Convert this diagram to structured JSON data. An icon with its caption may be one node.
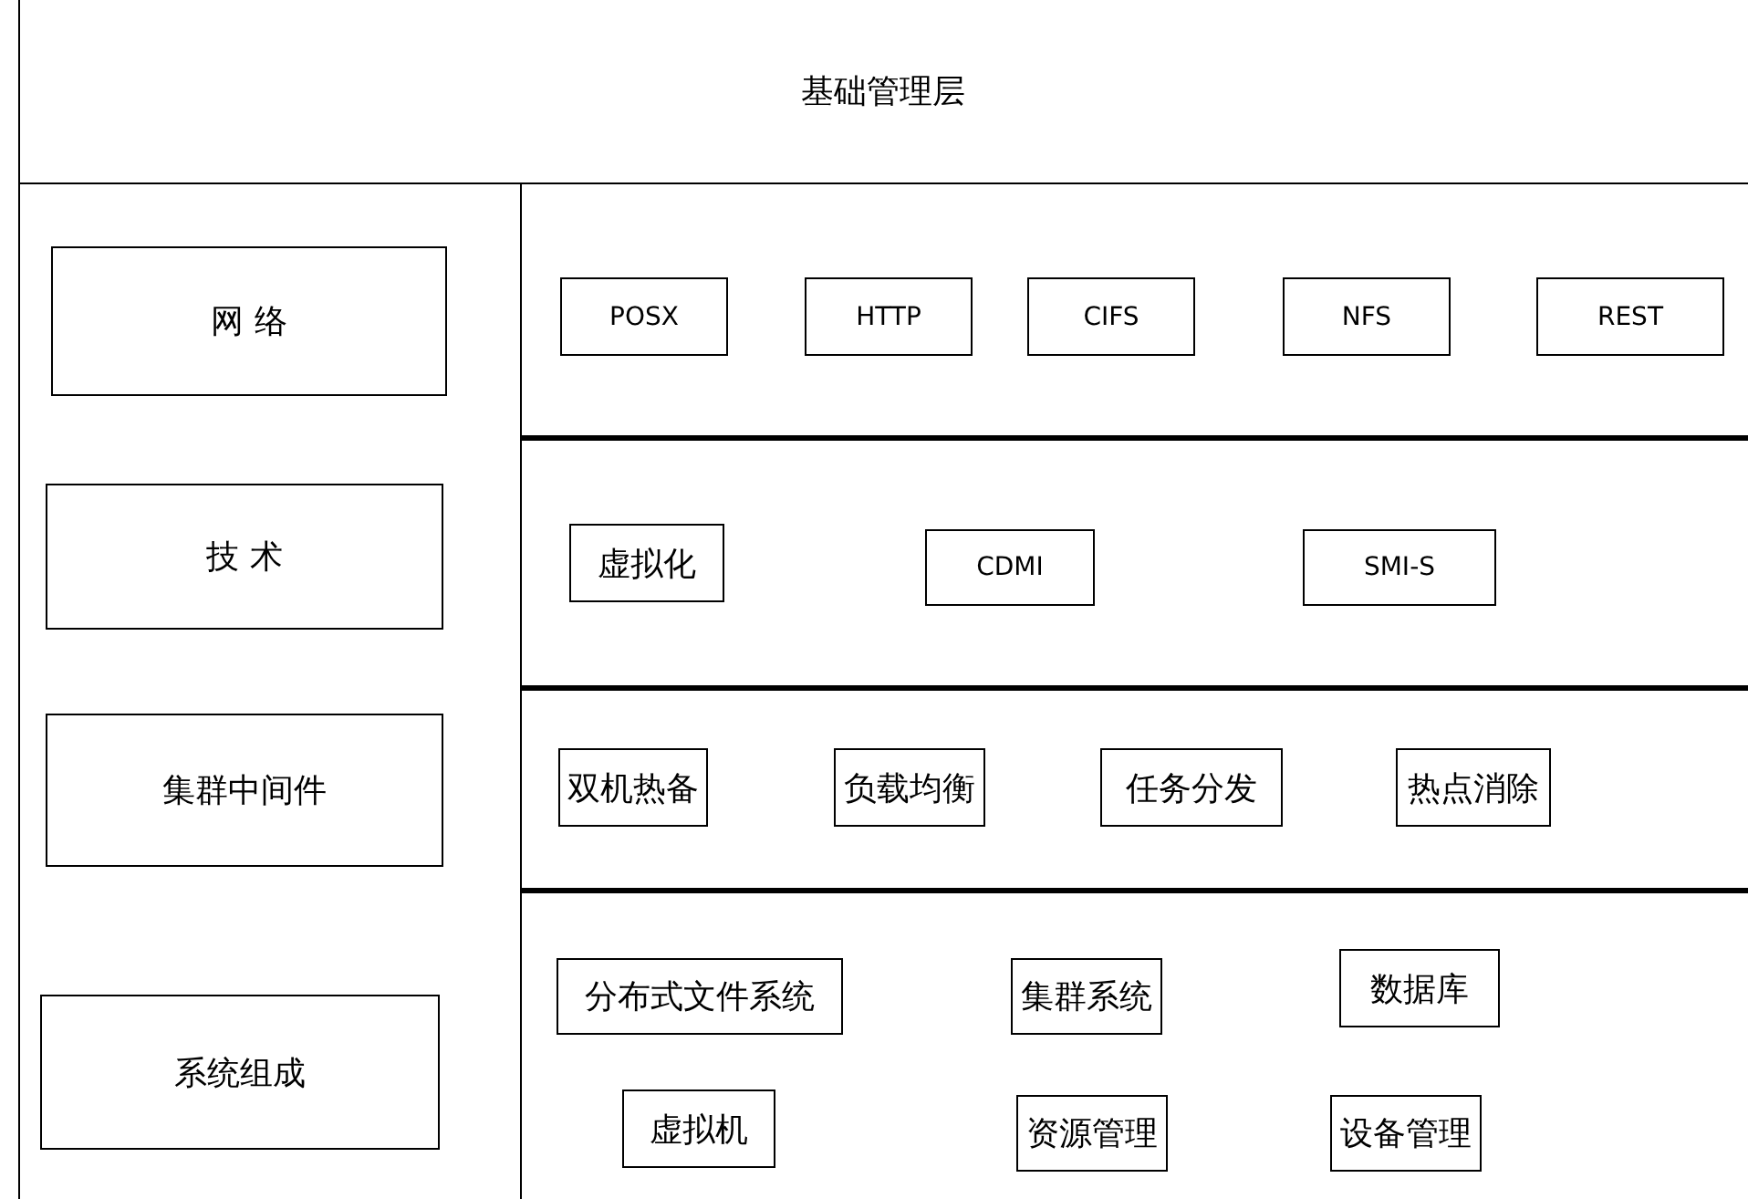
{
  "diagram": {
    "nodes": [
      {
        "text": [
          "基础管理层"
        ]
      },
      {
        "text": [
          "网 络"
        ]
      },
      {
        "text": [
          "技 术"
        ]
      },
      {
        "text": [
          "集群中间件"
        ]
      },
      {
        "text": [
          "系统组成"
        ]
      },
      {
        "text": [
          "POSX"
        ]
      },
      {
        "text": [
          "HTTP"
        ]
      },
      {
        "text": [
          "CIFS"
        ]
      },
      {
        "text": [
          "NFS"
        ]
      },
      {
        "text": [
          "REST"
        ]
      },
      {
        "text": [
          "虚拟化"
        ]
      },
      {
        "text": [
          "CDMI"
        ]
      },
      {
        "text": [
          "SMI-S"
        ]
      },
      {
        "text": [
          "双机热备"
        ]
      },
      {
        "text": [
          "负载均衡"
        ]
      },
      {
        "text": [
          "任务分发"
        ]
      },
      {
        "text": [
          "热点消除"
        ]
      },
      {
        "text": [
          "分布式文件系统"
        ]
      },
      {
        "text": [
          "集群系统"
        ]
      },
      {
        "text": [
          "数据库"
        ]
      },
      {
        "text": [
          "虚拟机"
        ]
      },
      {
        "text": [
          "资源管理"
        ]
      },
      {
        "text": [
          "设备管理"
        ]
      }
    ]
  }
}
